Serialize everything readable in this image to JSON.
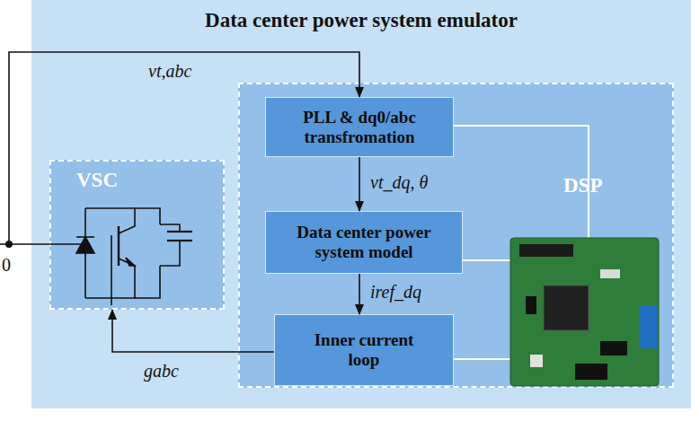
{
  "diagram": {
    "nodes": [
      {
        "text": [
          "Data center power system emulator"
        ]
      },
      {
        "text": [
          "VSC"
        ],
        "in": 0
      },
      {
        "text": [
          "DSP"
        ],
        "in": 0
      },
      {
        "text": [
          "PLL & dq0/abc transfromation"
        ],
        "in": 2
      },
      {
        "text": [
          "Data center power system model"
        ],
        "in": 2
      },
      {
        "text": [
          "Inner current loop"
        ],
        "in": 2
      }
    ],
    "edges": [
      {
        "from": 1,
        "to": 3,
        "arrow": "to",
        "label": "vt,abc"
      },
      {
        "from": 3,
        "to": 4,
        "arrow": "to",
        "label": "vt_dq, θ"
      },
      {
        "from": 4,
        "to": 5,
        "arrow": "to",
        "label": "iref_dq"
      },
      {
        "from": 5,
        "to": 1,
        "arrow": "to",
        "label": "gabc"
      }
    ],
    "labels": [
      "0"
    ]
  }
}
